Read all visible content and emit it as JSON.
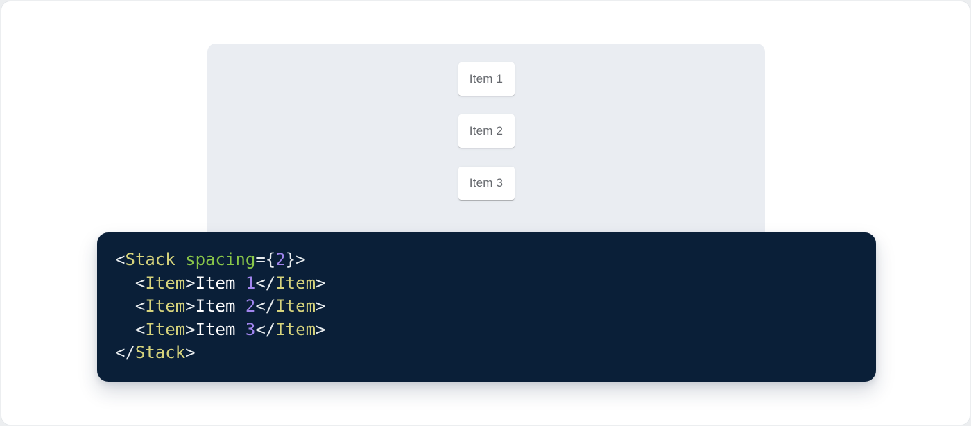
{
  "colors": {
    "page_bg": "#eceef0",
    "frame_bg": "#ffffff",
    "frame_border": "#e4e7ea",
    "panel_bg": "#eaedf2",
    "card_bg": "#ffffff",
    "card_text": "#66696e",
    "code_bg": "#0a1f38",
    "token_tag": "#d6d37c",
    "token_attr": "#89c649",
    "token_number": "#a185ee",
    "token_punct": "#e7ebee",
    "token_plain": "#ffffff"
  },
  "preview": {
    "items": [
      {
        "label": "Item 1"
      },
      {
        "label": "Item 2"
      },
      {
        "label": "Item 3"
      }
    ]
  },
  "code": {
    "lines": [
      [
        {
          "type": "punct",
          "text": "<"
        },
        {
          "type": "tag",
          "text": "Stack"
        },
        {
          "type": "plain",
          "text": " "
        },
        {
          "type": "attr",
          "text": "spacing"
        },
        {
          "type": "punct",
          "text": "={"
        },
        {
          "type": "number",
          "text": "2"
        },
        {
          "type": "punct",
          "text": "}>"
        }
      ],
      [
        {
          "type": "plain",
          "text": "  "
        },
        {
          "type": "punct",
          "text": "<"
        },
        {
          "type": "tag",
          "text": "Item"
        },
        {
          "type": "punct",
          "text": ">"
        },
        {
          "type": "plain",
          "text": "Item "
        },
        {
          "type": "number",
          "text": "1"
        },
        {
          "type": "punct",
          "text": "</"
        },
        {
          "type": "tag",
          "text": "Item"
        },
        {
          "type": "punct",
          "text": ">"
        }
      ],
      [
        {
          "type": "plain",
          "text": "  "
        },
        {
          "type": "punct",
          "text": "<"
        },
        {
          "type": "tag",
          "text": "Item"
        },
        {
          "type": "punct",
          "text": ">"
        },
        {
          "type": "plain",
          "text": "Item "
        },
        {
          "type": "number",
          "text": "2"
        },
        {
          "type": "punct",
          "text": "</"
        },
        {
          "type": "tag",
          "text": "Item"
        },
        {
          "type": "punct",
          "text": ">"
        }
      ],
      [
        {
          "type": "plain",
          "text": "  "
        },
        {
          "type": "punct",
          "text": "<"
        },
        {
          "type": "tag",
          "text": "Item"
        },
        {
          "type": "punct",
          "text": ">"
        },
        {
          "type": "plain",
          "text": "Item "
        },
        {
          "type": "number",
          "text": "3"
        },
        {
          "type": "punct",
          "text": "</"
        },
        {
          "type": "tag",
          "text": "Item"
        },
        {
          "type": "punct",
          "text": ">"
        }
      ],
      [
        {
          "type": "punct",
          "text": "</"
        },
        {
          "type": "tag",
          "text": "Stack"
        },
        {
          "type": "punct",
          "text": ">"
        }
      ]
    ]
  }
}
